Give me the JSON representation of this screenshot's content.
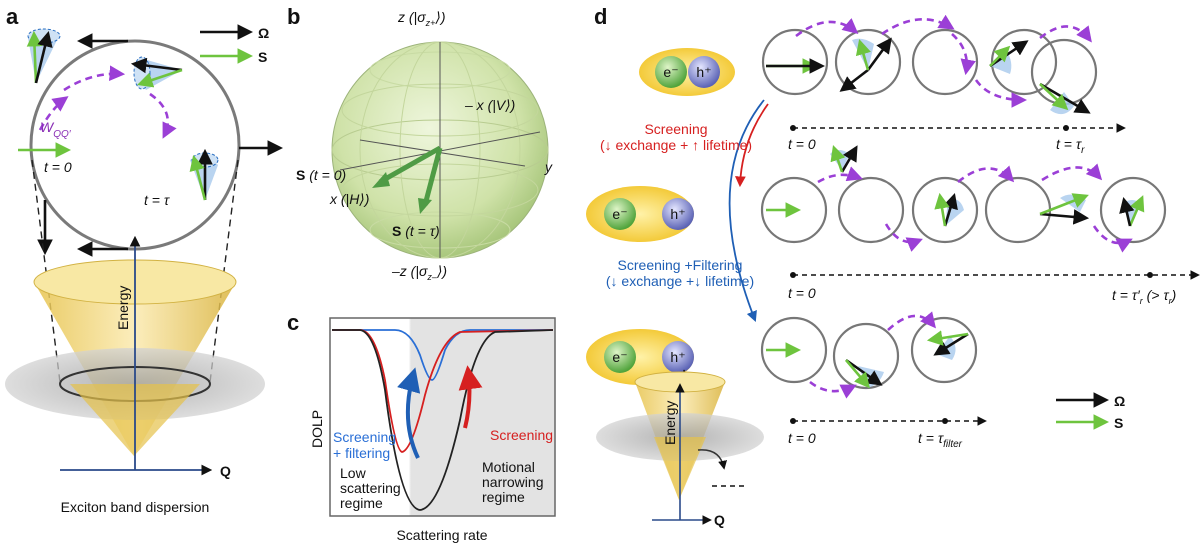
{
  "panels": {
    "a": {
      "label": "a",
      "legend_omega": "Ω",
      "legend_s": "S",
      "w_label": "W",
      "w_sub": "QQ′",
      "t0": "t = 0",
      "ttau": "t = τ",
      "energy": "Energy",
      "q_axis": "Q",
      "caption": "Exciton band dispersion"
    },
    "b": {
      "label": "b",
      "z_top": "z (|σ",
      "z_top_sub": "z+",
      "z_top_end": "⟩)",
      "minus_x": "– x (|V⟩)",
      "s_t0": "S",
      "s_t0_rest": " (t = 0)",
      "x_h": "x (|H⟩)",
      "y_axis": "y",
      "s_tau": "S",
      "s_tau_rest": " (t = τ)",
      "z_bottom": "–z (|σ",
      "z_bottom_sub": "z–",
      "z_bottom_end": "⟩)"
    },
    "c": {
      "label": "c",
      "ylabel": "DOLP",
      "xlabel": "Scattering rate",
      "screening_filtering": [
        "Screening",
        "+ filtering"
      ],
      "screening": "Screening",
      "low_regime": [
        "Low",
        "scattering",
        "regime"
      ],
      "motional_regime": [
        "Motional",
        "narrowing",
        "regime"
      ]
    },
    "d": {
      "label": "d",
      "electron": "e⁻",
      "hole": "h⁺",
      "screening_red": [
        "Screening",
        "(↓ exchange + ↑ lifetime)"
      ],
      "screening_blue": [
        "Screening +Filtering",
        "(↓ exchange +↓ lifetime)"
      ],
      "plus": "+",
      "energy": "Energy",
      "q_axis": "Q",
      "row1_t0": "t = 0",
      "row1_tend": "t = τ",
      "row1_tend_sub": "r",
      "row2_t0": "t = 0",
      "row2_tend": "t = τ′",
      "row2_tend_sub": "r",
      "row2_tend_rest": " (> τ",
      "row2_tend_sub2": "r",
      "row2_tend_close": ")",
      "row3_t0": "t = 0",
      "row3_tend": "t = τ",
      "row3_tend_sub": "filter",
      "legend_omega": "Ω",
      "legend_s": "S"
    }
  },
  "colors": {
    "omega": "#111111",
    "spin": "#6ec43e",
    "scattering": "#9b3fd6",
    "screening": "#d62020",
    "filtering": "#1f5fb5",
    "cone": "#e8c64a"
  }
}
